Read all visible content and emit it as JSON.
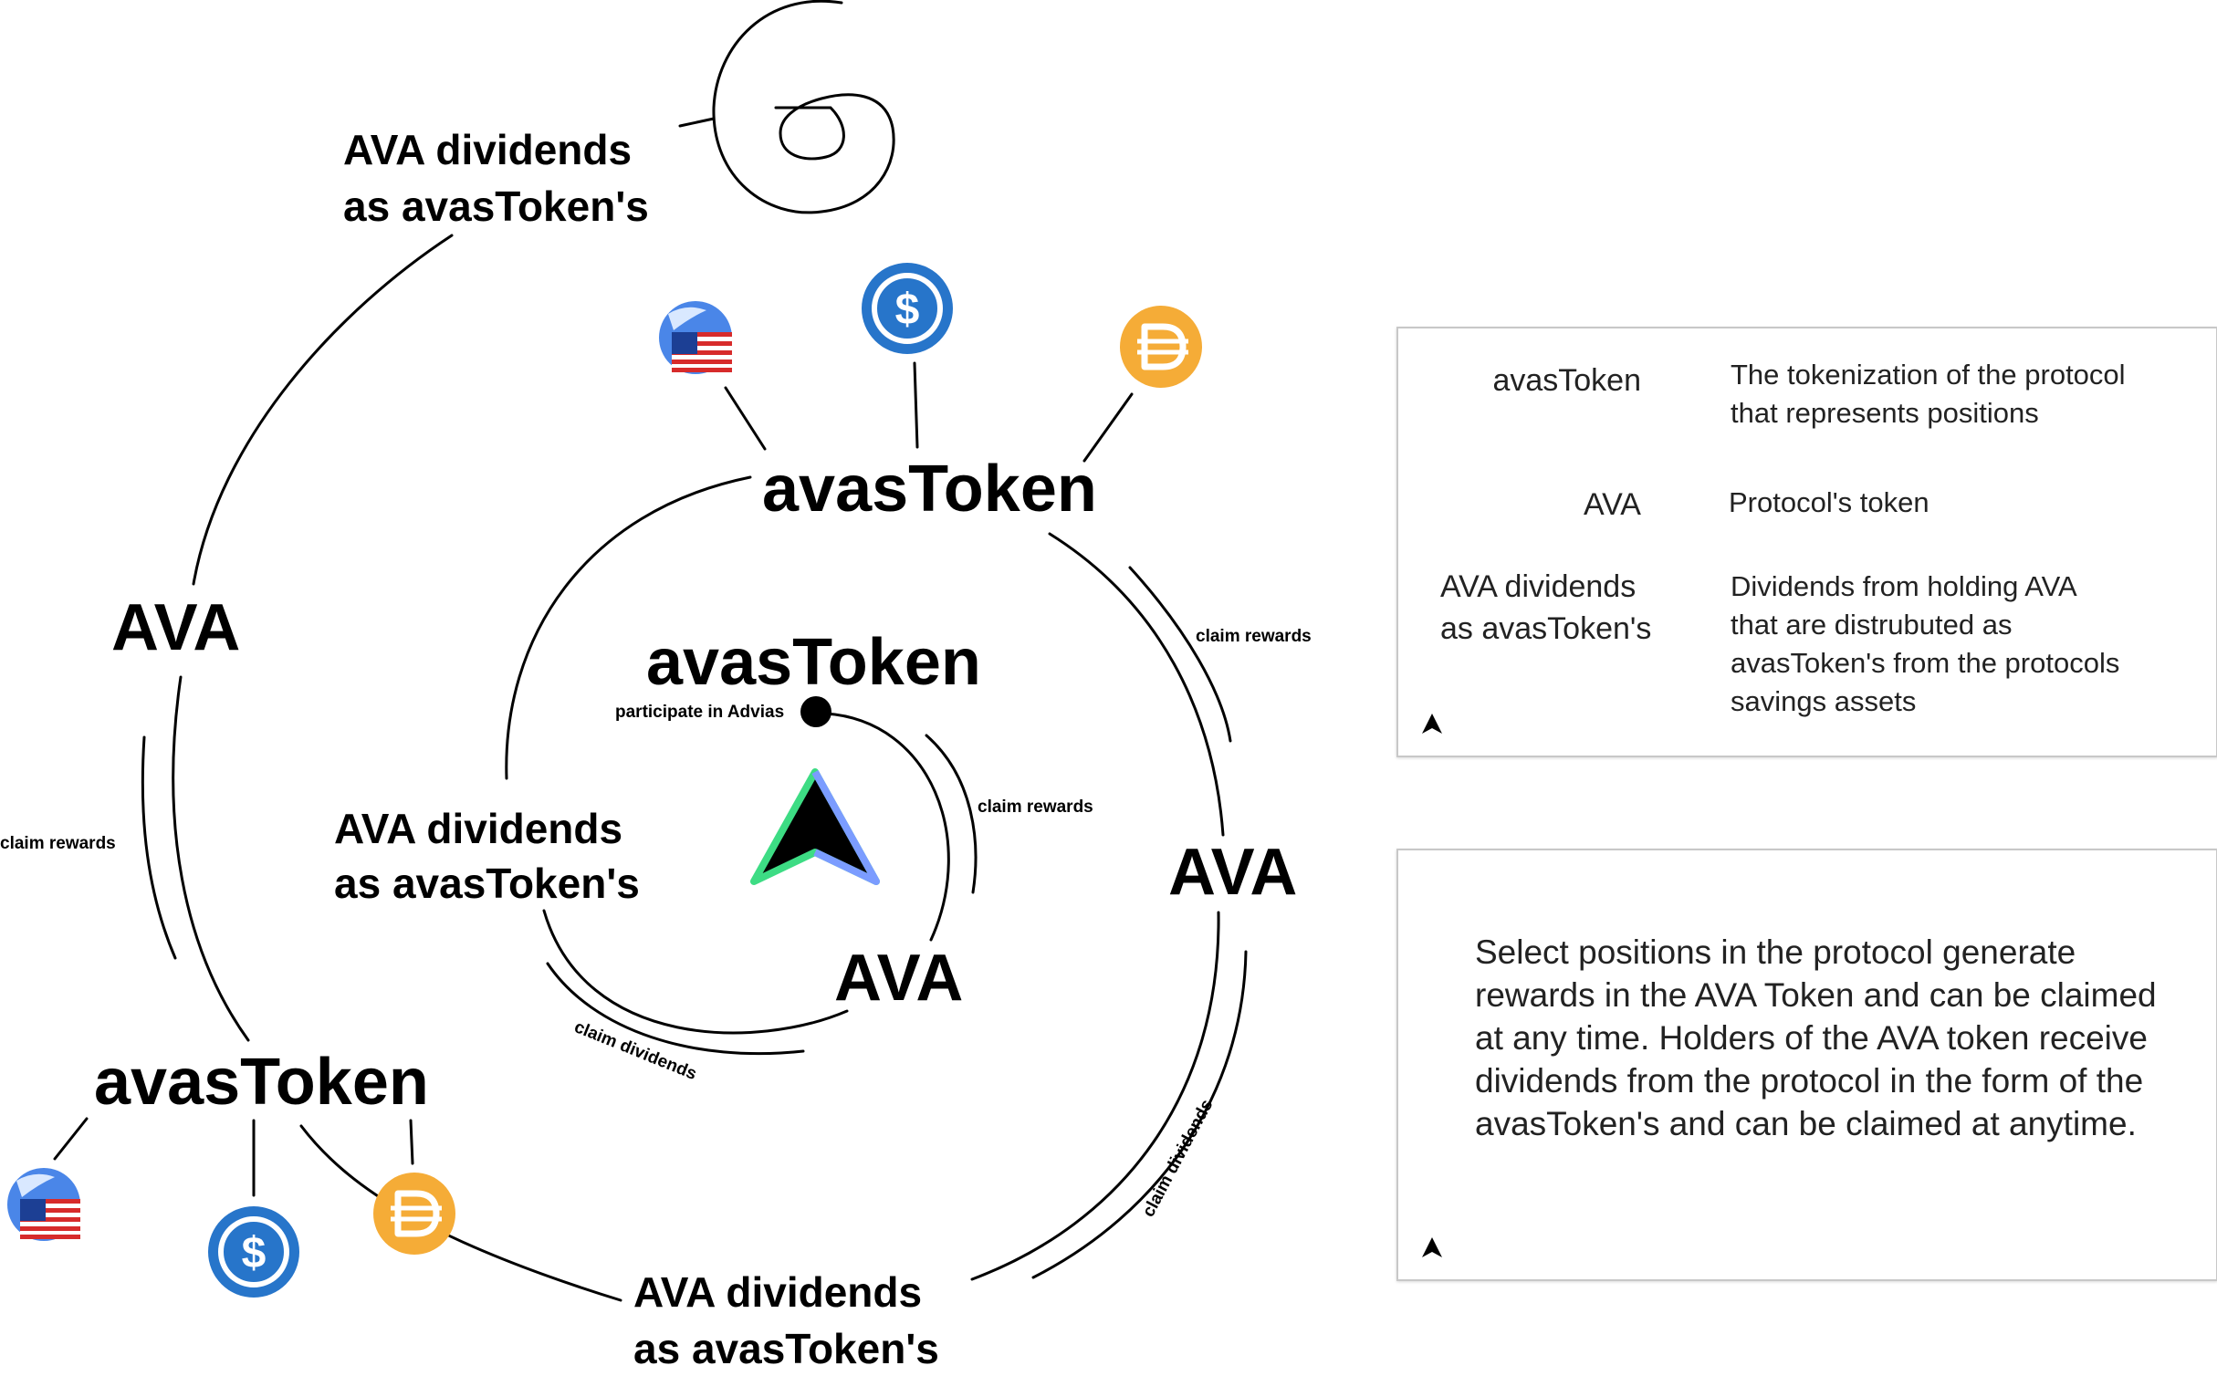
{
  "diagram": {
    "outer_ava_dividends": [
      "AVA dividends",
      "as avasToken's"
    ],
    "outer_ava": "AVA",
    "outer_claim_rewards": "claim rewards",
    "outer_avastoken": "avasToken",
    "middle_avastoken": "avasToken",
    "middle_claim_rewards": "claim rewards",
    "middle_ava": "AVA",
    "middle_claim_dividends": "claim dividends",
    "middle_ava_dividends": [
      "AVA dividends",
      "as avasToken's"
    ],
    "inner_avastoken": "avasToken",
    "inner_participate": "participate in Advias",
    "inner_claim_rewards": "claim rewards",
    "inner_ava": "AVA",
    "inner_claim_dividends": "claim dividends",
    "inner_ava_dividends": [
      "AVA dividends",
      "as avasToken's"
    ],
    "token_icons": [
      "usdm-flag-coin-icon",
      "usdc-coin-icon",
      "dai-coin-icon"
    ],
    "colors": {
      "usdc": "#2775ca",
      "dai": "#f5ac37",
      "logo_green": "#3ddc84",
      "logo_blue": "#7b9cff"
    }
  },
  "legend": {
    "rows": [
      {
        "term": "avasToken",
        "definition": [
          "The tokenization of the protocol",
          "that represents positions"
        ]
      },
      {
        "term": "AVA",
        "definition": [
          "Protocol's token"
        ]
      },
      {
        "term": [
          "AVA dividends",
          "as avasToken's"
        ],
        "definition": [
          "Dividends from holding AVA",
          "that are distrubuted as",
          "avasToken's from the protocols",
          "savings assets"
        ]
      }
    ]
  },
  "note": {
    "text": "Select positions in the protocol generate rewards in the AVA Token and can be claimed at any time.  Holders of the AVA token receive dividends from the protocol in the form of the avasToken's and can be claimed at anytime."
  }
}
